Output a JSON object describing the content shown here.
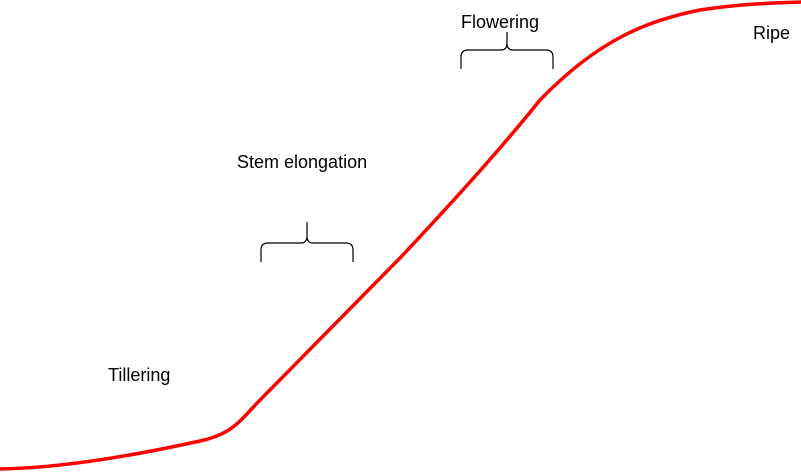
{
  "diagram": {
    "labels": {
      "tillering": "Tillering",
      "stem_elongation": "Stem elongation",
      "flowering": "Flowering",
      "ripe": "Ripe"
    },
    "colors": {
      "curve": "#ff0000",
      "brace": "#000000",
      "text": "#000000",
      "background": "#ffffff"
    }
  }
}
